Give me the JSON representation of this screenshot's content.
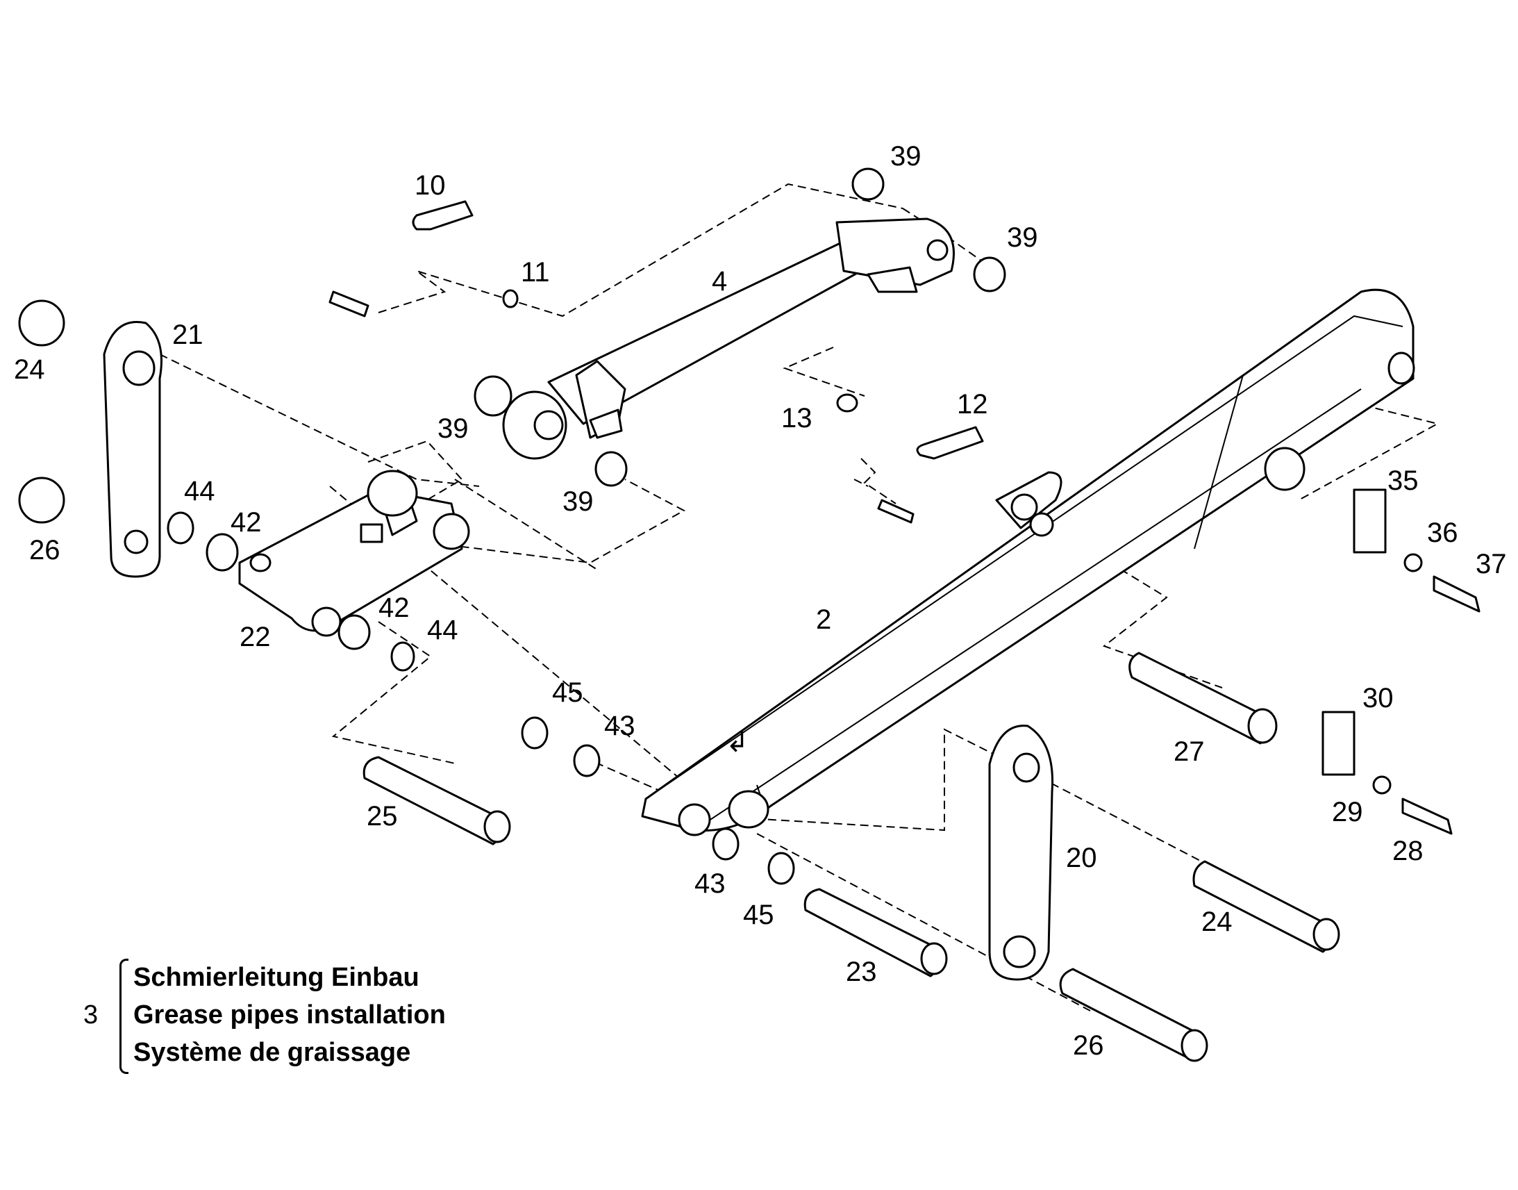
{
  "callouts": {
    "p2": "2",
    "p4": "4",
    "p10": "10",
    "p11": "11",
    "p12": "12",
    "p13": "13",
    "p20": "20",
    "p21": "21",
    "p22": "22",
    "p23": "23",
    "p24a": "24",
    "p24b": "24",
    "p25": "25",
    "p26a": "26",
    "p26b": "26",
    "p27": "27",
    "p28": "28",
    "p29": "29",
    "p30": "30",
    "p35": "35",
    "p36": "36",
    "p37": "37",
    "p39a": "39",
    "p39b": "39",
    "p39c": "39",
    "p39d": "39",
    "p42a": "42",
    "p42b": "42",
    "p43a": "43",
    "p43b": "43",
    "p44a": "44",
    "p44b": "44",
    "p45a": "45",
    "p45b": "45"
  },
  "legend": {
    "ref": "3",
    "lines": [
      "Schmierleitung Einbau",
      "Grease pipes installation",
      "Système de graissage"
    ]
  }
}
